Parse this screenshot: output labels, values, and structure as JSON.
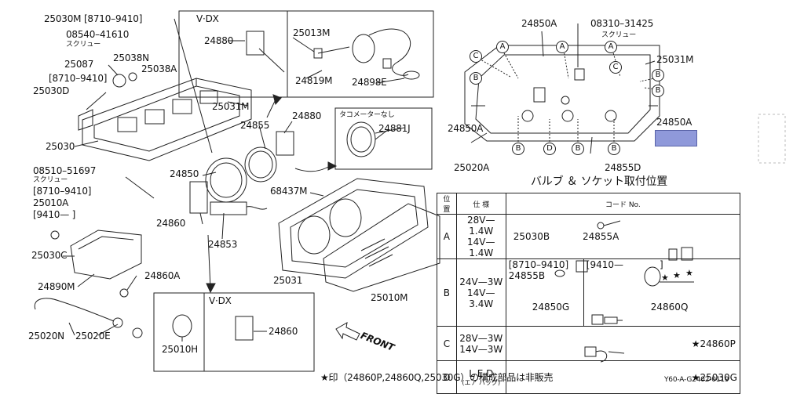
{
  "left_labels": {
    "l25030m": "25030M [8710–9410]",
    "l08540": "08540–41610",
    "l08540_sub": "スクリュー",
    "l25087": "25087",
    "l25038n": "25038N",
    "l25038a": "25038A",
    "l8710a": "[8710–9410]",
    "l25030d": "25030D",
    "l25031m": "25031M",
    "l25030": "25030",
    "l08510": "08510–51697",
    "l08510_sub": "スクリュー",
    "l8710b": "[8710–9410]",
    "l25010a": "25010A",
    "l9410": "[9410—        ]",
    "l24850": "24850",
    "l24855": "24855",
    "l24880b": "24880",
    "l24860": "24860",
    "l24853": "24853",
    "l68437m": "68437M",
    "l25031": "25031",
    "l25010m": "25010M",
    "l25030c": "25030C",
    "l24890m": "24890M",
    "l24860a": "24860A",
    "l25020n": "25020N",
    "l25020e": "25020E",
    "l25010h": "25010H",
    "l24860b": "24860",
    "front": "FRONT"
  },
  "top_box": {
    "vdx": "V·DX",
    "l24880": "24880",
    "l25013m": "25013M",
    "l24819m": "24819M",
    "l24898e": "24898E"
  },
  "tacho_box": {
    "title": "タコメーターなし",
    "l24881j": "24881J"
  },
  "bottom_box": {
    "vdx": "V·DX"
  },
  "right_labels": {
    "r24850a_top": "24850A",
    "r08310": "08310–31425",
    "r08310_sub": "スクリュー",
    "r25031m": "25031M",
    "r24850a_left": "24850A",
    "r24850a_right": "24850A",
    "r25020a": "25020A",
    "r24855d": "24855D",
    "table_title": "バルブ ＆ ソケット取付位置",
    "footnote": "★印（24860P,24860Q,25030G）の構成部品は非販売",
    "code": "Y60-A-G2402-0119"
  },
  "circle_letters": {
    "a": "A",
    "b": "B",
    "c": "C",
    "d": "D"
  },
  "table": {
    "headers": [
      "位 置",
      "仕  様",
      "コード No."
    ],
    "row_a": {
      "pos": "A",
      "spec1": "28V—1.4W",
      "spec2": "14V—1.4W",
      "code1": "25030B",
      "code2": "24855A"
    },
    "row_b": {
      "pos": "B",
      "spec1": "24V—3W",
      "spec2": "14V—3.4W",
      "c_left1": "[8710–9410]",
      "c_left2": "24855B",
      "c_left3": "24850G",
      "c_right1": "[9410—",
      "c_right2": "]",
      "c_right3": "24860Q"
    },
    "row_c": {
      "pos": "C",
      "spec1": "28V—3W",
      "spec2": "14V—3W",
      "code": "★24860P"
    },
    "row_d": {
      "pos": "D",
      "spec1": "L E D",
      "spec2": "(エア バッグ)",
      "code": "★25030G"
    }
  },
  "colors": {
    "line": "#222222",
    "highlight": "#8f99da"
  }
}
